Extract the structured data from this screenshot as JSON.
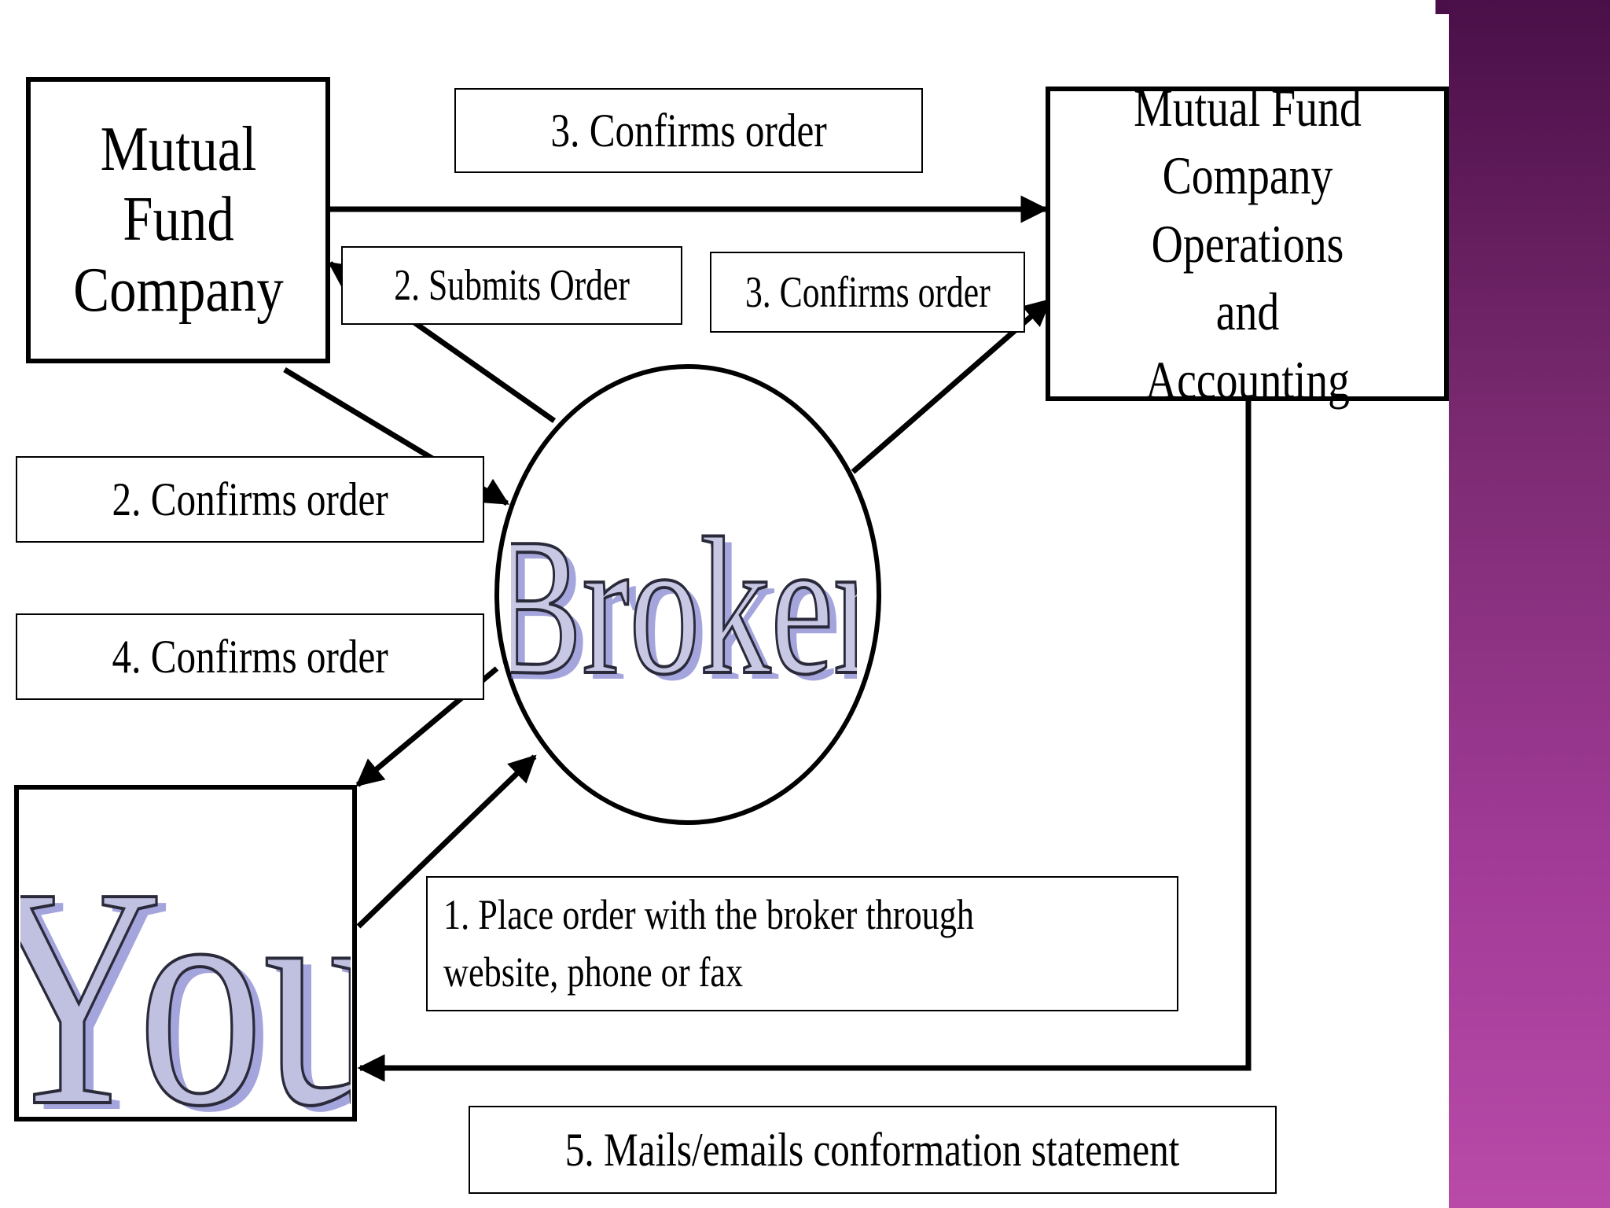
{
  "entities": {
    "mutual_fund_company": "Mutual Fund Company",
    "operations": "Mutual Fund Company Operations and Accounting",
    "broker": "Broker",
    "you": "You"
  },
  "labels": {
    "confirms_order_3_top": "3.  Confirms order",
    "submits_order_2": "2. Submits Order",
    "confirms_order_3_mid": "3.  Confirms order",
    "confirms_order_2": "2.  Confirms order",
    "confirms_order_4": "4.  Confirms order",
    "place_order_1_line1": "1.  Place order with the broker through",
    "place_order_1_line2": "website, phone or fax",
    "mails_statement_5": "5. Mails/emails conformation statement"
  },
  "colors": {
    "wordart_fill": "#8a8ad8",
    "wordart_outline": "#2a2a3a",
    "accent_panel": "#a03a96"
  }
}
